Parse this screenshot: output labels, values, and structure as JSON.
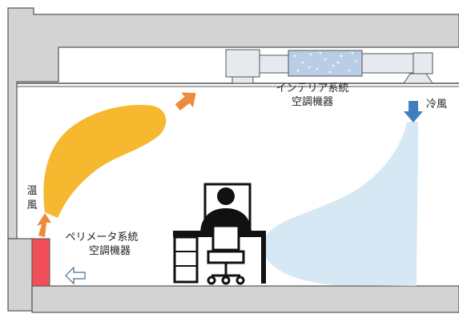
{
  "labels": {
    "interior_unit_line1": "インテリア系統",
    "interior_unit_line2": "空調機器",
    "cold_air": "冷風",
    "warm_air_char1": "温",
    "warm_air_char2": "風",
    "perimeter_unit_line1": "ペリメータ系統",
    "perimeter_unit_line2": "空調機器"
  },
  "colors": {
    "wall_fill": "#d3d3d3",
    "wall_stroke": "#555555",
    "warm_plume": "#f5b82e",
    "warm_arrow": "#ef8a3c",
    "cold_plume": "#d7e8f5",
    "cold_arrow": "#3d7fbf",
    "perimeter_unit": "#f04f5a",
    "duct": "#e6e9ee",
    "diffuser_panel": "#b9cde6",
    "occupant": "#111111"
  },
  "icons": {
    "occupant": "person-at-desk-icon",
    "chair": "office-chair-icon",
    "desk": "desk-icon",
    "monitor": "monitor-icon",
    "outlet_arrow": "hollow-left-arrow-icon"
  }
}
